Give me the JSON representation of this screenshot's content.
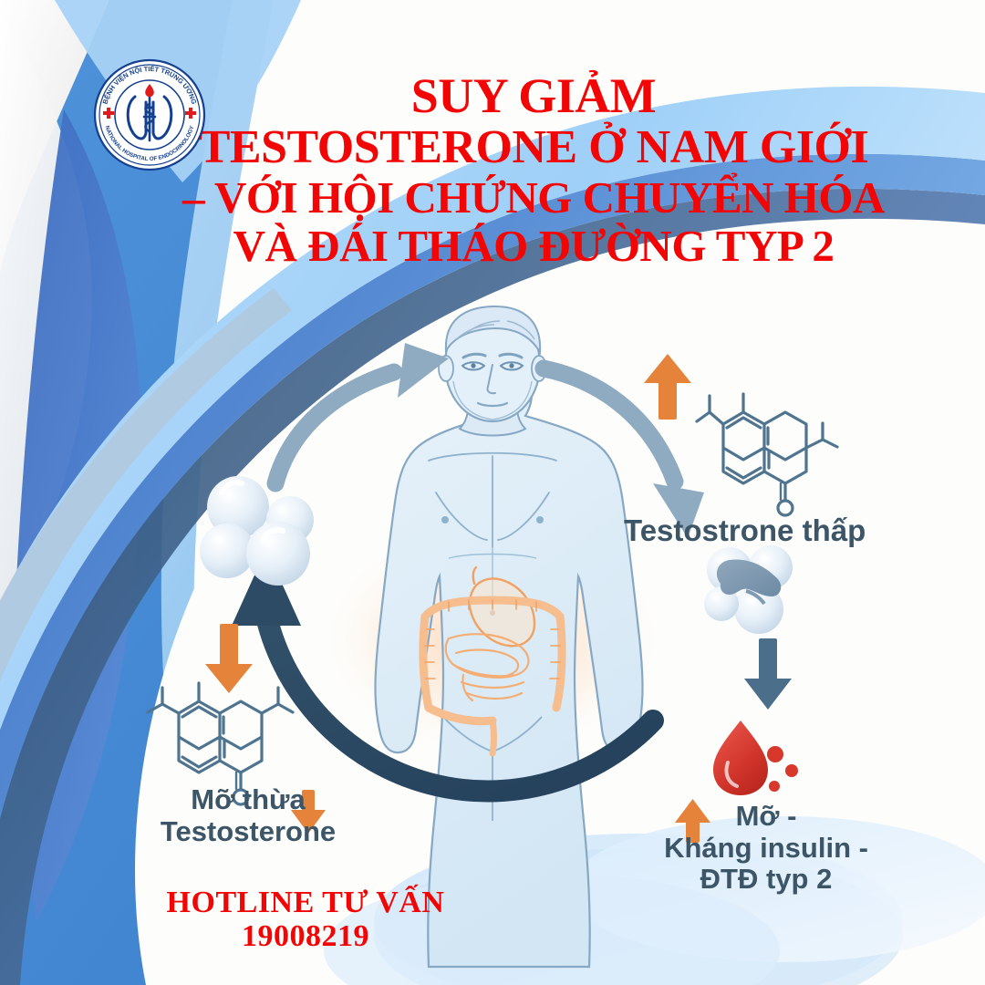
{
  "meta": {
    "poster_kind": "health-infographic",
    "language": "vi"
  },
  "colors": {
    "title_red": "#f20505",
    "label_slate": "#3c5668",
    "arrow_orange": "#e5833a",
    "arrow_navy": "#2f4e66",
    "arrow_steel": "#8ba6bd",
    "brand_blue": "#4a90d9",
    "brand_blue_deep": "#3a6fc4",
    "brand_blue_light": "#a9d2f2",
    "body_fill": "#dceaf5",
    "organ_orange": "#f3a869",
    "blood_red": "#d8372c"
  },
  "logo": {
    "name": "national-hospital-of-endocrinology-logo",
    "arc_top_text": "BỆNH VIỆN NỘI TIẾT TRUNG ƯƠNG",
    "arc_bottom_text": "NATIONAL HOSPITAL OF ENDOCRINOLOGY",
    "emblem": "thyroid-caduceus-emblem",
    "cross_icon": "red-cross-icon"
  },
  "title": {
    "line1": "SUY GIẢM",
    "line2": "TESTOSTERONE Ở NAM GIỚI",
    "line3": "– VỚI HỘI CHỨNG CHUYỂN HÓA",
    "line4": "VÀ ĐÁI THÁO ĐƯỜNG TYP 2"
  },
  "hotline": {
    "label": "HOTLINE TƯ VẤN",
    "number": "19008219"
  },
  "diagram": {
    "name": "testosterone-metabolic-cycle",
    "center_figure": "male-body-with-digestive-organs",
    "nodes": [
      {
        "id": "testosterone-low",
        "label": "Testostrone thấp",
        "icon": "testosterone-molecule",
        "arrow": {
          "direction": "up",
          "color": "#e5833a"
        }
      },
      {
        "id": "fat-insulin-diabetes",
        "label_line1": "Mỡ -",
        "label_line2": "Kháng insulin -",
        "label_line3": "ĐTĐ typ 2",
        "icon": "blood-drop-icon",
        "arrow": {
          "direction": "up",
          "color": "#e5833a"
        }
      },
      {
        "id": "excess-fat-testosterone",
        "label_line1": "Mỡ thừa",
        "label_line2": "Testosterone",
        "icon": "testosterone-molecule",
        "arrow_up": {
          "direction": "down",
          "color": "#e5833a"
        },
        "arrow_down": {
          "direction": "down",
          "color": "#e5833a"
        }
      }
    ],
    "icons": {
      "fat_cells": "fat-cell-bubbles-icon",
      "pancreas": "pancreas-with-fat-icon",
      "blood_drop": "blood-drop-icon",
      "molecule_left": "testosterone-molecule-icon",
      "molecule_right": "testosterone-molecule-icon"
    },
    "arrows": {
      "cycle_ring": "navy-cycle-arrow",
      "top_left_arc": "steel-arc-arrow-up-left",
      "top_right_arc": "steel-arc-arrow-down-right",
      "right_down": "navy-down-arrow",
      "left_up": "navy-up-arrow"
    }
  }
}
